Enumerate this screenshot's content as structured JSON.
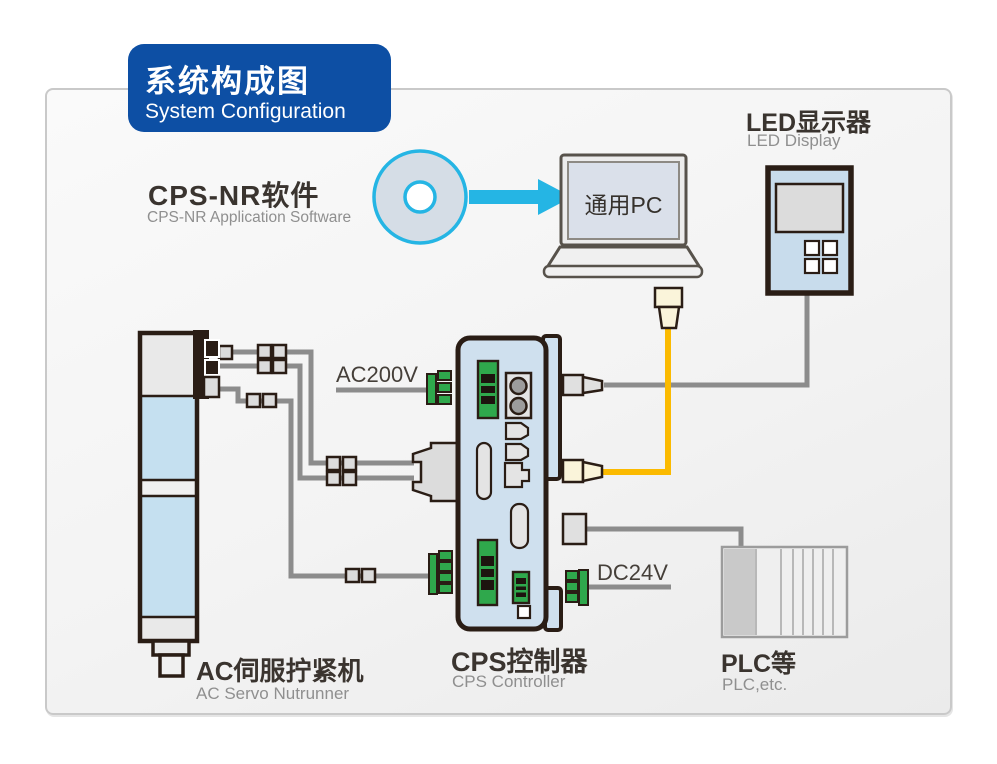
{
  "title": {
    "zh": "系统构成图",
    "en": "System Configuration"
  },
  "software": {
    "zh": "CPS-NR软件",
    "en": "CPS-NR Application Software"
  },
  "pc": {
    "label": "通用PC"
  },
  "led_display": {
    "zh": "LED显示器",
    "en": "LED Display"
  },
  "nutrunner": {
    "zh": "AC伺服拧紧机",
    "en": "AC Servo Nutrunner"
  },
  "controller": {
    "zh": "CPS控制器",
    "en": "CPS Controller"
  },
  "plc": {
    "zh": "PLC等",
    "en": "PLC,etc."
  },
  "power_labels": {
    "ac": "AC200V",
    "dc": "DC24V"
  },
  "icons": {
    "cd": "cd-disc-icon",
    "arrow": "transfer-arrow-icon",
    "laptop": "laptop-icon",
    "usb_plug": "usb-plug-icon",
    "led_device": "led-display-device-icon",
    "controller_device": "controller-device-icon",
    "plc_device": "plc-device-icon",
    "nutrunner_device": "nutrunner-device-icon"
  },
  "colors": {
    "badge_blue": "#0d4fa4",
    "accent_cyan": "#25b5e4",
    "wire_gray": "#8c8c8c",
    "wire_yellow": "#fbba00",
    "terminal_green": "#2fa84c",
    "device_blue": "#cfe0ee",
    "outline_dark": "#2a1d15",
    "connector_cream": "#faf4da"
  }
}
